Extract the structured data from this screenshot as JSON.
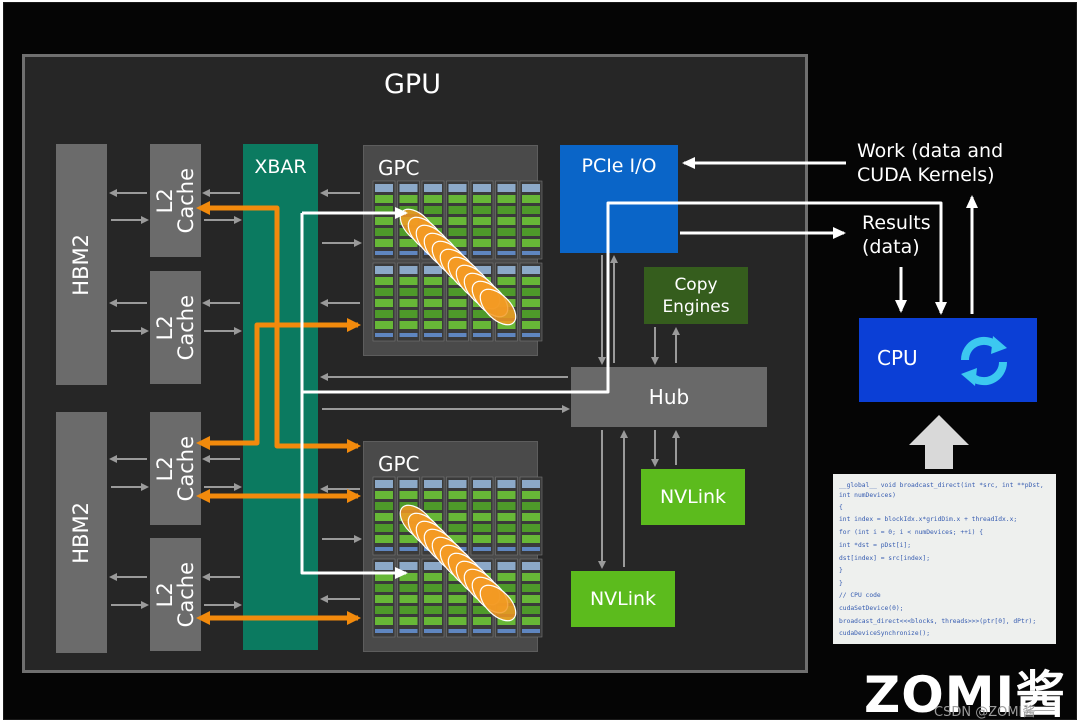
{
  "title": "GPU",
  "hbm": [
    "HBM2",
    "HBM2"
  ],
  "l2": [
    "L2\nCache",
    "L2\nCache",
    "L2\nCache",
    "L2\nCache"
  ],
  "xbar": "XBAR",
  "gpc": [
    "GPC",
    "GPC"
  ],
  "pcie": "PCIe I/O",
  "copy_engines": "Copy\nEngines",
  "hub": "Hub",
  "nvlink": [
    "NVLink",
    "NVLink"
  ],
  "cpu": "CPU",
  "work_label": "Work (data and\nCUDA Kernels)",
  "results_label": "Results\n(data)",
  "code_lines": [
    "__global__ void broadcast_direct(int *src, int **pDst,",
    "int numDevices)",
    "{",
    "    int index  = blockIdx.x*gridDim.x + threadIdx.x;",
    "    for (int i = 0; i < numDevices; ++i) {",
    "        int *dst = pDst[i];",
    "        dst[index] = src[index];",
    "    }",
    "}",
    "// CPU code",
    "cudaSetDevice(0);",
    "broadcast_direct<<<blocks, threads>>>(ptr[0], dPtr);",
    "cudaDeviceSynchronize();"
  ],
  "watermark": "ZOMI酱",
  "credit": "CSDN @ZOMI酱",
  "colors": {
    "background": "#050505",
    "gpu_box": "#262626",
    "xbar": "#0b7a60",
    "pcie": "#0a65c8",
    "copy_engines": "#355d1d",
    "nvlink": "#5cbb1d",
    "cpu": "#0b3fd6",
    "arrow_orange": "#f28a0c",
    "arrow_white": "#ffffff"
  }
}
